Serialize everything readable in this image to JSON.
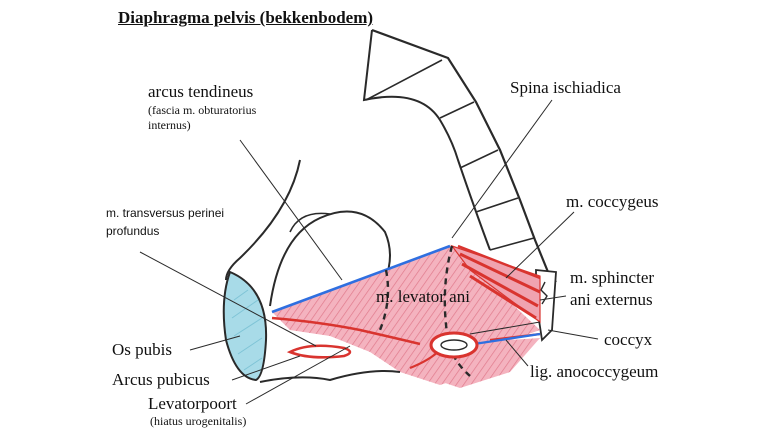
{
  "title": "Diaphragma pelvis (bekkenbodem)",
  "labels": {
    "arcus_tendineus": "arcus tendineus",
    "arcus_tendineus_sub": "(fascia m. obturatorius",
    "arcus_tendineus_sub2": "internus)",
    "spina": "Spina ischiadica",
    "coccygeus": "m. coccygeus",
    "transversus": "m. transversus perinei",
    "transversus2": "profundus",
    "sphincter": "m. sphincter",
    "sphincter2": "ani externus",
    "levator": "m. levator ani",
    "coccyx": "coccyx",
    "os_pubis": "Os pubis",
    "anococcygeum": "lig. anococcygeum",
    "arcus_pubicus": "Arcus pubicus",
    "levatorpoort": "Levatorpoort",
    "levatorpoort_sub": "(hiatus urogenitalis)"
  },
  "colors": {
    "outline": "#2a2a2a",
    "muscle_fill": "#f0a3b0",
    "muscle_stroke": "#d9342f",
    "tendon_blue": "#2f6fe0",
    "pubis_fill": "#a8dbe8"
  }
}
